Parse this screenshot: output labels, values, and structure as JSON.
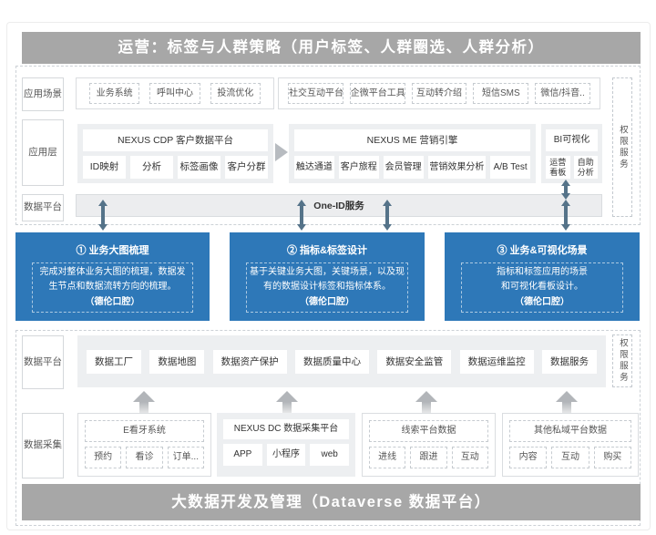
{
  "banners": {
    "top": "运营：标签与人群策略（用户标签、人群圈选、人群分析）",
    "bottom": "大数据开发及管理（Dataverse 数据平台）"
  },
  "permission": {
    "top": "权限服务",
    "bottom": "权限服务"
  },
  "app_scenario": {
    "label": "应用场景",
    "group1": [
      "业务系统",
      "呼叫中心",
      "投流优化"
    ],
    "group2": [
      "社交互动平台",
      "企微平台工具",
      "互动转介绍",
      "短信SMS",
      "微信/抖音.."
    ]
  },
  "app_layer": {
    "label": "应用层",
    "cdp": {
      "title": "NEXUS CDP 客户数据平台",
      "items": [
        "ID映射",
        "分析",
        "标签画像",
        "客户分群"
      ]
    },
    "me": {
      "title": "NEXUS ME 营销引擎",
      "items": [
        "触达通道",
        "客户旅程",
        "会员管理",
        "营销效果分析",
        "A/B Test"
      ]
    },
    "bi": {
      "title": "BI可视化",
      "items": [
        "运营看板",
        "自助分析"
      ]
    }
  },
  "data_platform_top": {
    "label": "数据平台",
    "bar": "One-ID服务"
  },
  "strategy_boxes": [
    {
      "title": "① 业务大图梳理",
      "lines": [
        "完成对整体业务大图的梳理，数据发",
        "生节点和数据流转方向的梳理。"
      ],
      "suffix": "（德伦口腔）"
    },
    {
      "title": "② 指标&标签设计",
      "lines": [
        "基于关键业务大图，关键场景，以及现",
        "有的数据设计标签和指标体系。"
      ],
      "suffix": "（德伦口腔）"
    },
    {
      "title": "③ 业务&可视化场景",
      "lines": [
        "指标和标签应用的场景",
        "和可视化看板设计。"
      ],
      "suffix": "（德伦口腔）"
    }
  ],
  "data_platform_bottom": {
    "label": "数据平台",
    "items": [
      "数据工厂",
      "数据地图",
      "数据资产保护",
      "数据质量中心",
      "数据安全监管",
      "数据运维监控",
      "数据服务"
    ]
  },
  "data_collect": {
    "label": "数据采集",
    "groups": [
      {
        "title": "E看牙系统",
        "items": [
          "预约",
          "看诊",
          "订单..."
        ]
      },
      {
        "title": "NEXUS DC 数据采集平台",
        "items": [
          "APP",
          "小程序",
          "web"
        ]
      },
      {
        "title": "线索平台数据",
        "items": [
          "进线",
          "跟进",
          "互动"
        ]
      },
      {
        "title": "其他私域平台数据",
        "items": [
          "内容",
          "互动",
          "购买"
        ]
      }
    ]
  },
  "colors": {
    "accent_blue": "#2e78b8",
    "banner_gray": "#a7a7a7",
    "arrow_slate": "#557389"
  }
}
